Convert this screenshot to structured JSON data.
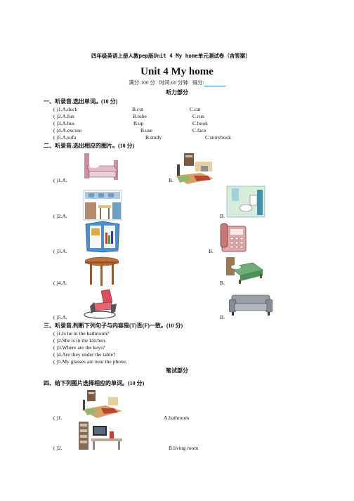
{
  "document_title": "四年级英语上册人教pep版Unit 4 My home单元测试卷（含答案）",
  "unit_title": "Unit 4    My home",
  "meta": {
    "score": "满分:100 分",
    "time": "时间:60 分钟",
    "got": "得分:"
  },
  "part_listening": "听力部分",
  "part_writing": "笔试部分",
  "sec1": {
    "heading": "一、听录音,选出单词。(10 分)",
    "items": [
      {
        "n": "(      )1.A.duck",
        "b": "B.cut",
        "c": "C.cat"
      },
      {
        "n": "(      )2.A.fun",
        "b": "B.tube",
        "c": "C.run"
      },
      {
        "n": "(      )3.A.bus",
        "b": "B.up",
        "c": "C.book"
      },
      {
        "n": "(      )4.A.excuse",
        "b": "B.use",
        "c": "C.face"
      },
      {
        "n": "(      )5.A.sofa",
        "b": "B.study",
        "c": "C.storybook"
      }
    ]
  },
  "sec2": {
    "heading": "二、听录音,选出相应的图片。(10 分)",
    "items": [
      {
        "n": "(      )1.A.",
        "b": "B."
      },
      {
        "n": "(      )2.A.",
        "b": "B."
      },
      {
        "n": "(      )3.A.",
        "b": "B."
      },
      {
        "n": "(      )4.A.",
        "b": "B."
      },
      {
        "n": "(      )5.A.",
        "b": "B."
      }
    ]
  },
  "sec3": {
    "heading": "三、听录音,判断下列句子与内容是(T)否(F)一致。(10 分)",
    "items": [
      "(      )1.Is he in the bathroom?",
      "(      )2.She is in the kitchen.",
      "(      )3.Where are the keys?",
      "(      )4.Are they under the table?",
      "(      )5.My glasses are near the phone."
    ]
  },
  "sec4": {
    "heading": "四、给下列图片选择相应的单词。(10 分)",
    "items": [
      {
        "n": "(      )1.",
        "word": "A.bathroom"
      },
      {
        "n": "(      )2.",
        "word": "B.living room"
      }
    ]
  }
}
